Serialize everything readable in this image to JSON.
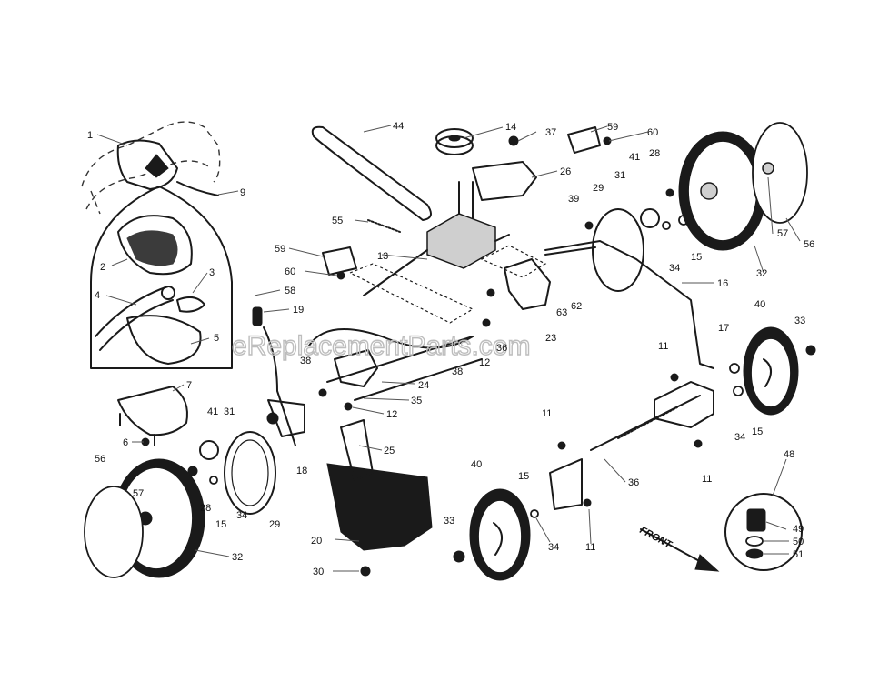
{
  "watermark": "eReplacementParts.com",
  "direction_label": "FRONT",
  "part_labels": {
    "p1": "1",
    "p2": "2",
    "p3": "3",
    "p4": "4",
    "p5": "5",
    "p6": "6",
    "p7": "7",
    "p9": "9",
    "p11a": "11",
    "p11b": "11",
    "p11c": "11",
    "p11d": "11",
    "p12a": "12",
    "p12b": "12",
    "p13": "13",
    "p14": "14",
    "p15a": "15",
    "p15b": "15",
    "p15c": "15",
    "p15d": "15",
    "p16": "16",
    "p17": "17",
    "p18": "18",
    "p19": "19",
    "p20": "20",
    "p23": "23",
    "p24": "24",
    "p25": "25",
    "p26": "26",
    "p28a": "28",
    "p28b": "28",
    "p29a": "29",
    "p29b": "29",
    "p30": "30",
    "p31a": "31",
    "p31b": "31",
    "p32a": "32",
    "p32b": "32",
    "p33a": "33",
    "p33b": "33",
    "p34a": "34",
    "p34b": "34",
    "p34c": "34",
    "p34d": "34",
    "p35": "35",
    "p36a": "36",
    "p36b": "36",
    "p37": "37",
    "p38a": "38",
    "p38b": "38",
    "p39": "39",
    "p40a": "40",
    "p40b": "40",
    "p41a": "41",
    "p41b": "41",
    "p44": "44",
    "p48": "48",
    "p49": "49",
    "p50": "50",
    "p51": "51",
    "p55": "55",
    "p56a": "56",
    "p56b": "56",
    "p57a": "57",
    "p57b": "57",
    "p58": "58",
    "p59a": "59",
    "p59b": "59",
    "p60a": "60",
    "p60b": "60",
    "p62": "62",
    "p63": "63"
  }
}
